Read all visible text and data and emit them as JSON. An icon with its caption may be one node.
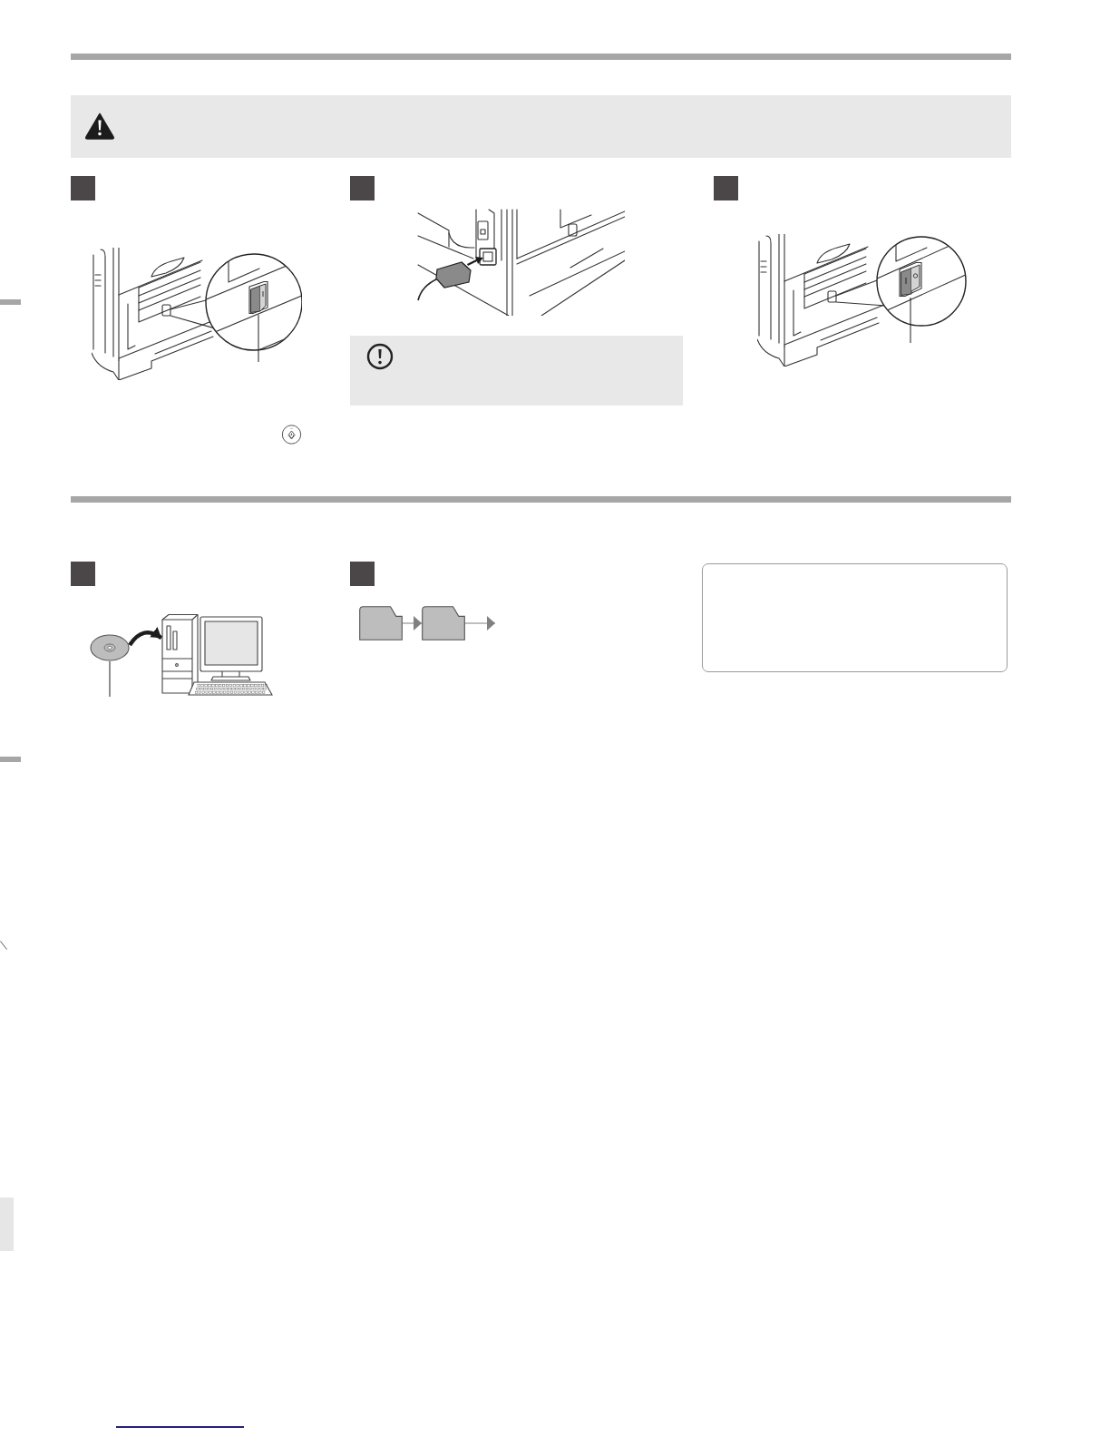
{
  "diagram": {
    "nodes": [
      {
        "text": [],
        "shape": "picture"
      },
      {
        "text": [],
        "shape": "picture"
      },
      {
        "text": [],
        "shape": "picture"
      },
      {
        "text": [],
        "shape": "picture"
      },
      {
        "text": [],
        "shape": "folder"
      },
      {
        "text": [],
        "shape": "folder"
      }
    ],
    "edges": [
      {
        "from": null,
        "to": 0,
        "arrow": "none"
      },
      {
        "from": null,
        "to": 1,
        "arrow": "none"
      },
      {
        "from": null,
        "to": 2,
        "arrow": "none"
      },
      {
        "from": 2,
        "to": 3,
        "arrow": "to",
        "style": "thick"
      },
      {
        "from": 4,
        "to": 5,
        "arrow": "to",
        "color": "#808080"
      },
      {
        "from": 5,
        "to": null,
        "arrow": "to",
        "color": "#808080"
      }
    ]
  }
}
